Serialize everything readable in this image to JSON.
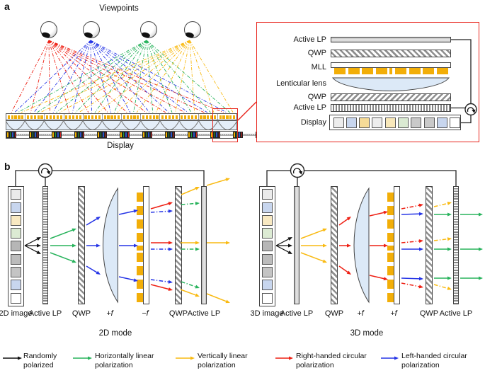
{
  "panel_a": {
    "label": "a",
    "viewpoints_label": "Viewpoints",
    "display_label": "Display",
    "num_viewpoints": 4,
    "inset": {
      "layers": [
        "Active LP",
        "QWP",
        "MLL",
        "Lenticular lens",
        "QWP",
        "Active LP",
        "Display"
      ],
      "display_pixels": [
        "#ededed",
        "#c8d6ee",
        "#f6db97",
        "#ededed",
        "#f8e8ba",
        "#daead2",
        "#c9c9c9",
        "#c9c9c9",
        "#c8d6ee",
        "#ffffff"
      ]
    }
  },
  "panel_b": {
    "label": "b",
    "image_pixels": [
      "#ebebeb",
      "#c8d6ee",
      "#f8e9c2",
      "#dcebd3",
      "#b6b6b6",
      "#bcbcbc",
      "#c4c4c4",
      "#c8d6ee",
      "#ffffff"
    ],
    "left": {
      "labels": {
        "image": "2D image",
        "lp1": "Active LP",
        "qwp1": "QWP",
        "f1": "+f",
        "f2": "−f",
        "qwp2": "QWP",
        "lp2": "Active LP",
        "mode": "2D mode"
      }
    },
    "right": {
      "labels": {
        "image": "3D image",
        "lp1": "Active LP",
        "qwp1": "QWP",
        "f1": "+f",
        "f2": "+f",
        "qwp2": "QWP",
        "lp2": "Active LP",
        "mode": "3D mode"
      }
    }
  },
  "legend": {
    "items": [
      {
        "label": "Randomly polarized",
        "color": "#111111"
      },
      {
        "label": "Horizontally linear polarization",
        "color": "#28b35c"
      },
      {
        "label": "Vertically linear polarization",
        "color": "#f9ba12"
      },
      {
        "label": "Right-handed circular polarization",
        "color": "#ee2014"
      },
      {
        "label": "Left-handed circular polarization",
        "color": "#2635e6"
      }
    ]
  },
  "palette": {
    "red": "#ee2014",
    "green": "#28b35c",
    "yellow": "#f9ba12",
    "blue": "#2635e6",
    "black": "#111111",
    "mll_yellow": "#f2ae08",
    "lens_blue": "#dce9f7",
    "wire": "#222222",
    "inset_border": "#e8251d",
    "pixel_yellow": "#eeb000",
    "pixel_green": "#1e9e3e",
    "pixel_blue": "#2a52c8",
    "pixel_red": "#d42424"
  }
}
